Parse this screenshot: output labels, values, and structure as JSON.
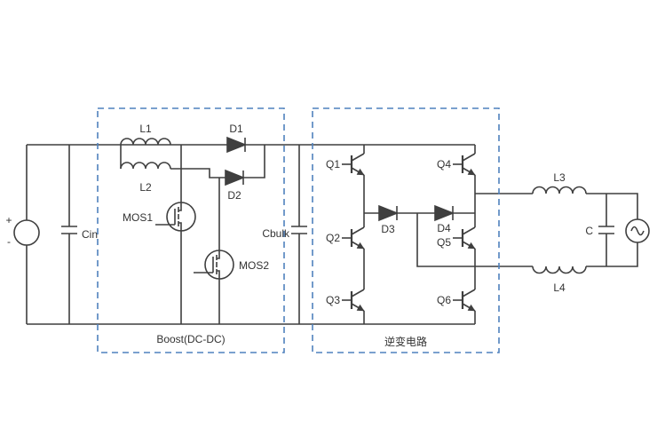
{
  "colors": {
    "wire": "#3f3f3f",
    "box_border": "#4f81bd",
    "text": "#333333",
    "background": "#ffffff"
  },
  "dc_source": {
    "plus": "+",
    "minus": "-"
  },
  "capacitors": {
    "cin": "Cin",
    "cbulk": "Cbulk",
    "c_out": "C"
  },
  "boost_stage": {
    "box_label": "Boost(DC-DC)",
    "l1": "L1",
    "l2": "L2",
    "d1": "D1",
    "d2": "D2",
    "mos1": "MOS1",
    "mos2": "MOS2"
  },
  "inverter_stage": {
    "box_label": "逆变电路",
    "q1": "Q1",
    "q2": "Q2",
    "q3": "Q3",
    "q4": "Q4",
    "q5": "Q5",
    "q6": "Q6",
    "d3": "D3",
    "d4": "D4"
  },
  "output_filter": {
    "l3": "L3",
    "l4": "L4"
  }
}
